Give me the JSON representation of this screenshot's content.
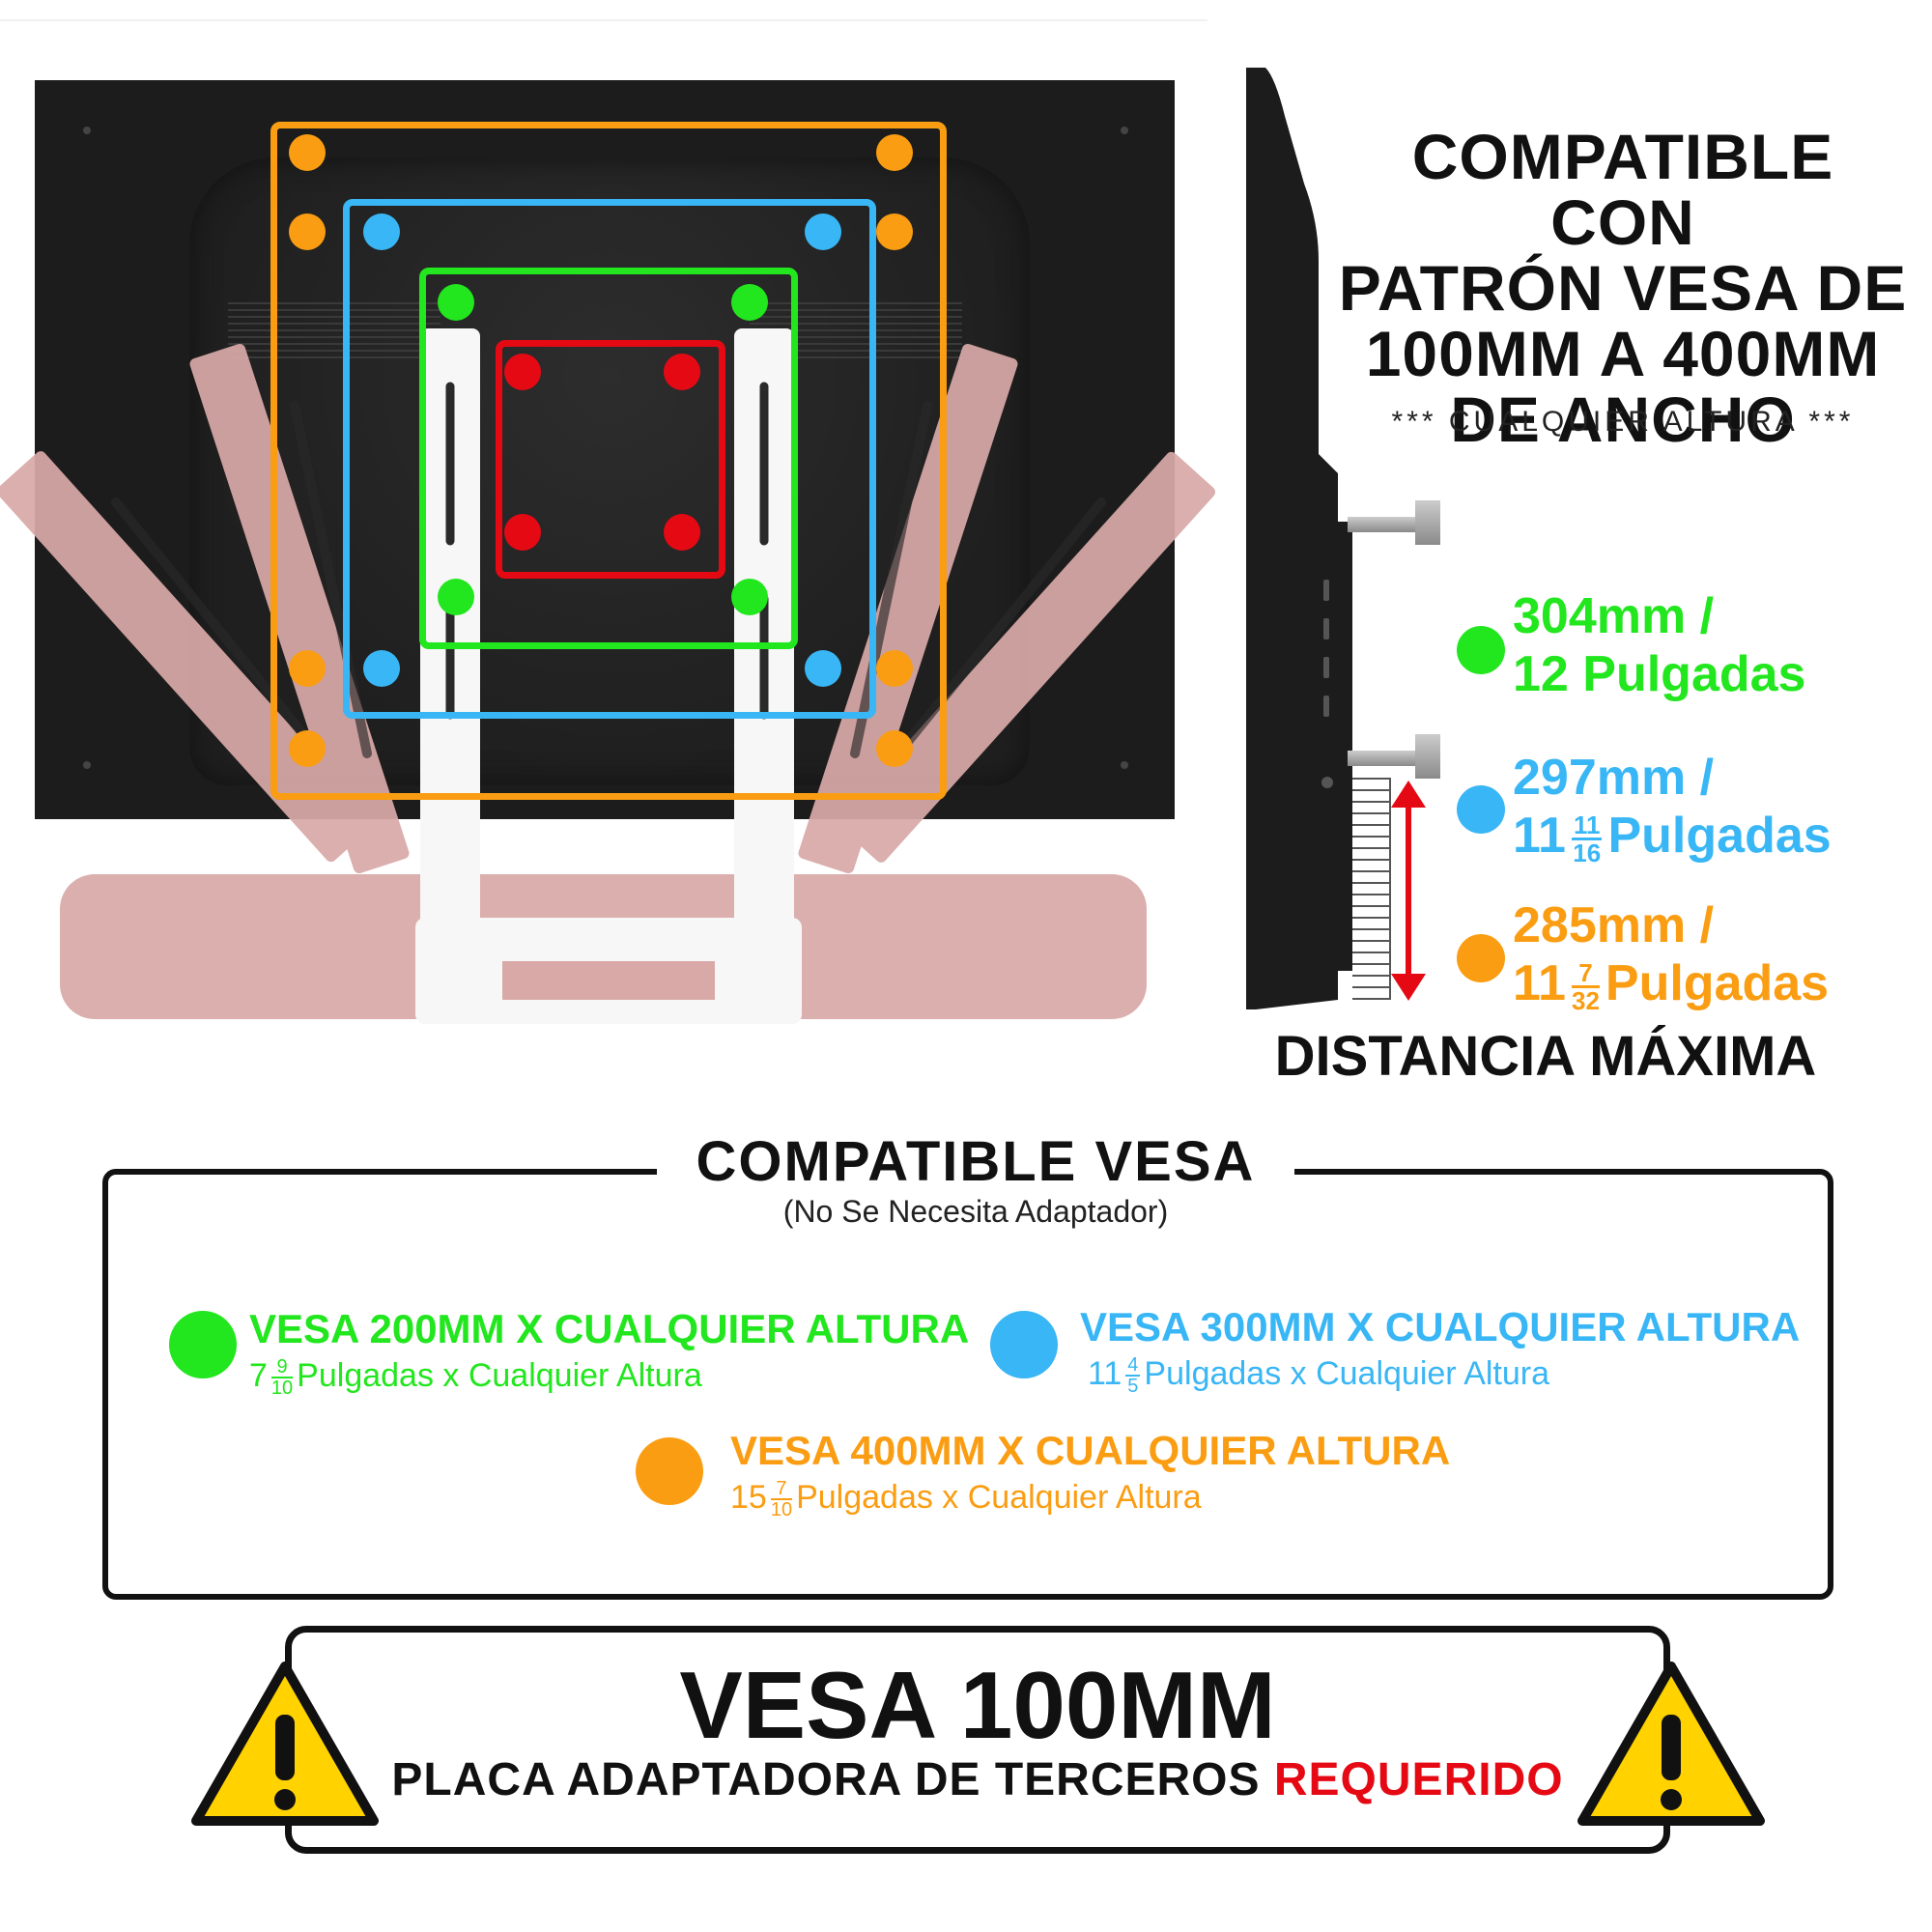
{
  "headline": {
    "line1": "COMPATIBLE CON",
    "line2": "PATRÓN VESA DE",
    "line3": "100MM A 400MM",
    "line4": "DE ANCHO",
    "sub": "*** CUALQUIER ALTURA ***"
  },
  "measurements": [
    {
      "mm": "304mm /",
      "whole": "12 Pulgadas",
      "num": "",
      "den": "",
      "unit": "",
      "color": "#22e61e"
    },
    {
      "mm": "297mm /",
      "whole": "11",
      "num": "11",
      "den": "16",
      "unit": "Pulgadas",
      "color": "#39b6f5"
    },
    {
      "mm": "285mm /",
      "whole": "11",
      "num": "7",
      "den": "32",
      "unit": "Pulgadas",
      "color": "#fa9d12"
    }
  ],
  "distance_label": "DISTANCIA MÁXIMA",
  "compat": {
    "title": "COMPATIBLE VESA",
    "subtitle": "(No Se Necesita Adaptador)",
    "items": [
      {
        "title": "VESA 200MM X CUALQUIER ALTURA",
        "whole": "7",
        "num": "9",
        "den": "10",
        "rest": "Pulgadas x Cualquier Altura",
        "color": "#22e61e"
      },
      {
        "title": "VESA 300MM X CUALQUIER ALTURA",
        "whole": "11",
        "num": "4",
        "den": "5",
        "rest": "Pulgadas x Cualquier Altura",
        "color": "#39b6f5"
      },
      {
        "title": "VESA 400MM X CUALQUIER ALTURA",
        "whole": "15",
        "num": "7",
        "den": "10",
        "rest": "Pulgadas x Cualquier Altura",
        "color": "#fa9d12"
      }
    ]
  },
  "warning": {
    "title": "VESA 100MM",
    "sub_main": "PLACA ADAPTADORA DE TERCEROS",
    "sub_highlight": "REQUERIDO",
    "icon": "warning-triangle-icon"
  },
  "colors": {
    "green": "#22e61e",
    "blue": "#39b6f5",
    "orange": "#fa9d12",
    "red": "#e50914",
    "bracket_pink": "#d9a9a7",
    "tv_dark": "#1c1c1c"
  }
}
